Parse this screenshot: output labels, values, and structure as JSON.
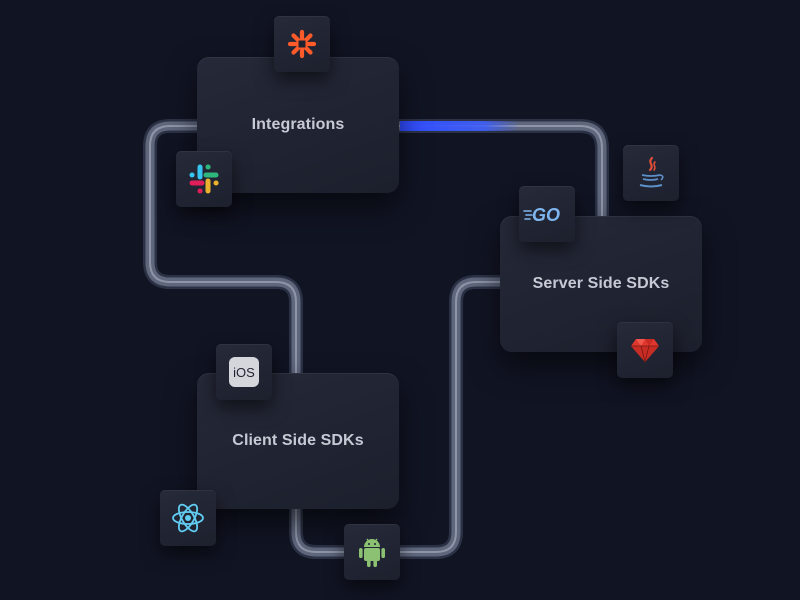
{
  "diagram": {
    "nodes": [
      {
        "id": "integrations",
        "label": "Integrations"
      },
      {
        "id": "client_sdks",
        "label": "Client Side SDKs"
      },
      {
        "id": "server_sdks",
        "label": "Server Side SDKs"
      }
    ],
    "icons": [
      {
        "name": "zapier-icon",
        "attached_to": "integrations"
      },
      {
        "name": "slack-icon",
        "attached_to": "integrations"
      },
      {
        "name": "java-icon",
        "attached_to": "server_sdks"
      },
      {
        "name": "go-icon",
        "attached_to": "server_sdks",
        "text": "GO"
      },
      {
        "name": "ruby-icon",
        "attached_to": "server_sdks"
      },
      {
        "name": "ios-icon",
        "attached_to": "client_sdks",
        "text": "iOS"
      },
      {
        "name": "react-icon",
        "attached_to": "client_sdks"
      },
      {
        "name": "android-icon",
        "attached_to": "client_sdks"
      }
    ],
    "connections": [
      {
        "from": "integrations",
        "to": "server_sdks",
        "highlighted": true
      },
      {
        "from": "integrations",
        "to": "client_sdks",
        "highlighted": false
      },
      {
        "from": "client_sdks",
        "to": "server_sdks",
        "highlighted": false
      }
    ]
  },
  "colors": {
    "background": "#111423",
    "card": "#222634",
    "pipe": "#8e97b0",
    "highlight": "#3b5cff",
    "zapier": "#ff5a2a",
    "ruby": "#e0382e",
    "go": "#7fb6f0",
    "react": "#61cdf2",
    "android": "#8cc072",
    "java_cup": "#5d8fc9",
    "java_steam": "#e04e3a"
  }
}
